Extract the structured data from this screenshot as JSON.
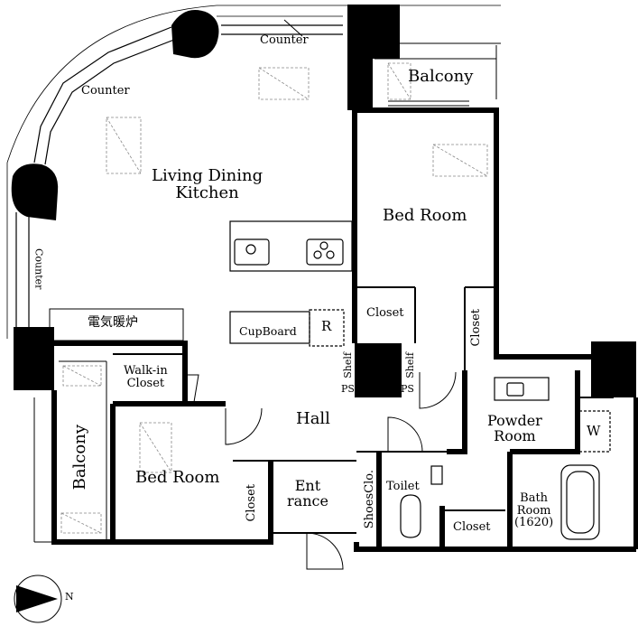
{
  "rooms": {
    "living": [
      "Living Dining",
      "Kitchen"
    ],
    "bed_main": "Bed Room",
    "bed_second": "Bed Room",
    "hall": "Hall",
    "entrance": [
      "Ent",
      "rance"
    ],
    "powder": [
      "Powder",
      "Room"
    ],
    "bath": [
      "Bath",
      "Room",
      "(1620)"
    ],
    "toilet": "Toilet",
    "balcony_top": "Balcony",
    "balcony_left": "Balcony",
    "walkin": [
      "Walk-in",
      "Closet"
    ]
  },
  "fixtures": {
    "counter_top": "Counter",
    "counter_arc": "Counter",
    "counter_left": "Counter",
    "heater": "電気暖炉",
    "cupboard": "CupBoard",
    "fridge": "R",
    "closet_bed_main": "Closet",
    "closet_right_vertical": "Closet",
    "closet_bed_second": "Closet",
    "closet_bath": "Closet",
    "shoes_closet": "ShoesClo.",
    "shelf_left": "Shelf",
    "shelf_right": "Shelf",
    "ps_left": "PS",
    "ps_right": "PS",
    "washer": "W"
  },
  "compass": {
    "label": "N"
  }
}
